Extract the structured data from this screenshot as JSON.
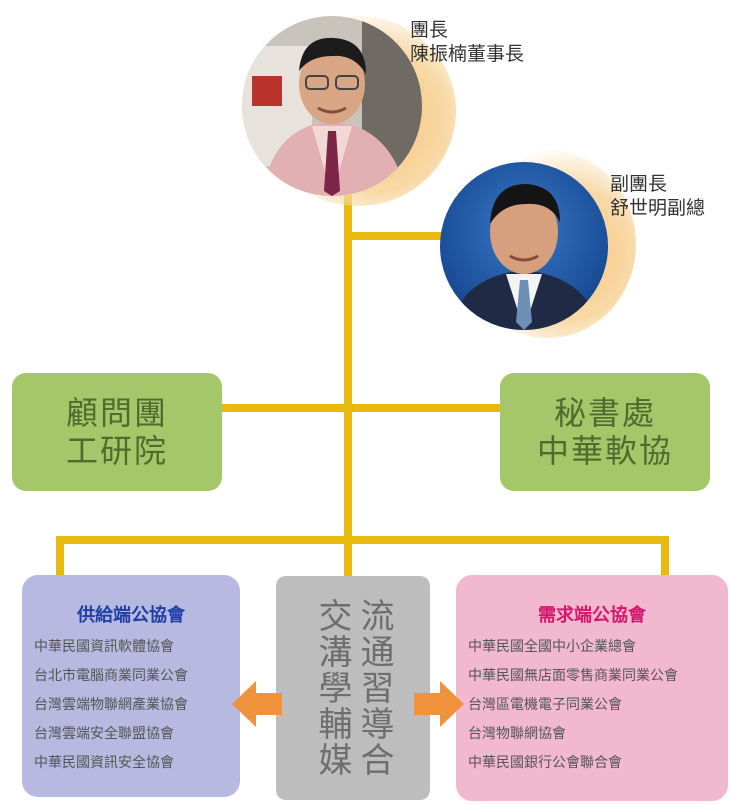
{
  "leaders": {
    "head": {
      "title": "團長",
      "name": "陳振楠董事長",
      "photo_alt": ""
    },
    "deputy": {
      "title": "副團長",
      "name": "舒世明副總",
      "photo_alt": ""
    }
  },
  "advisory": {
    "line1": "顧問團",
    "line2": "工研院"
  },
  "secretariat": {
    "line1": "秘書處",
    "line2": "中華軟協"
  },
  "supply": {
    "title": "供給端公協會",
    "items": [
      "中華民國資訊軟體協會",
      "台北市電腦商業同業公會",
      "台灣雲端物聯網產業協會",
      "台灣雲端安全聯盟協會",
      "中華民國資訊安全協會"
    ]
  },
  "center": {
    "col1": "流通習導合",
    "col2": "交溝學輔媒"
  },
  "demand": {
    "title": "需求端公協會",
    "items": [
      "中華民國全國中小企業總會",
      "中華民國無店面零售商業同業公會",
      "台灣區電機電子同業公會",
      "台灣物聯網協會",
      "中華民國銀行公會聯合會"
    ]
  },
  "colors": {
    "connector": "#e8b90f",
    "green_box": "#a4c76a",
    "supply_bg": "#b8b9e0",
    "supply_title": "#1f3fa6",
    "demand_bg": "#f2b8cf",
    "demand_title": "#d6166e",
    "center_bg": "#bdbdbd",
    "arrow": "#f0923b"
  }
}
